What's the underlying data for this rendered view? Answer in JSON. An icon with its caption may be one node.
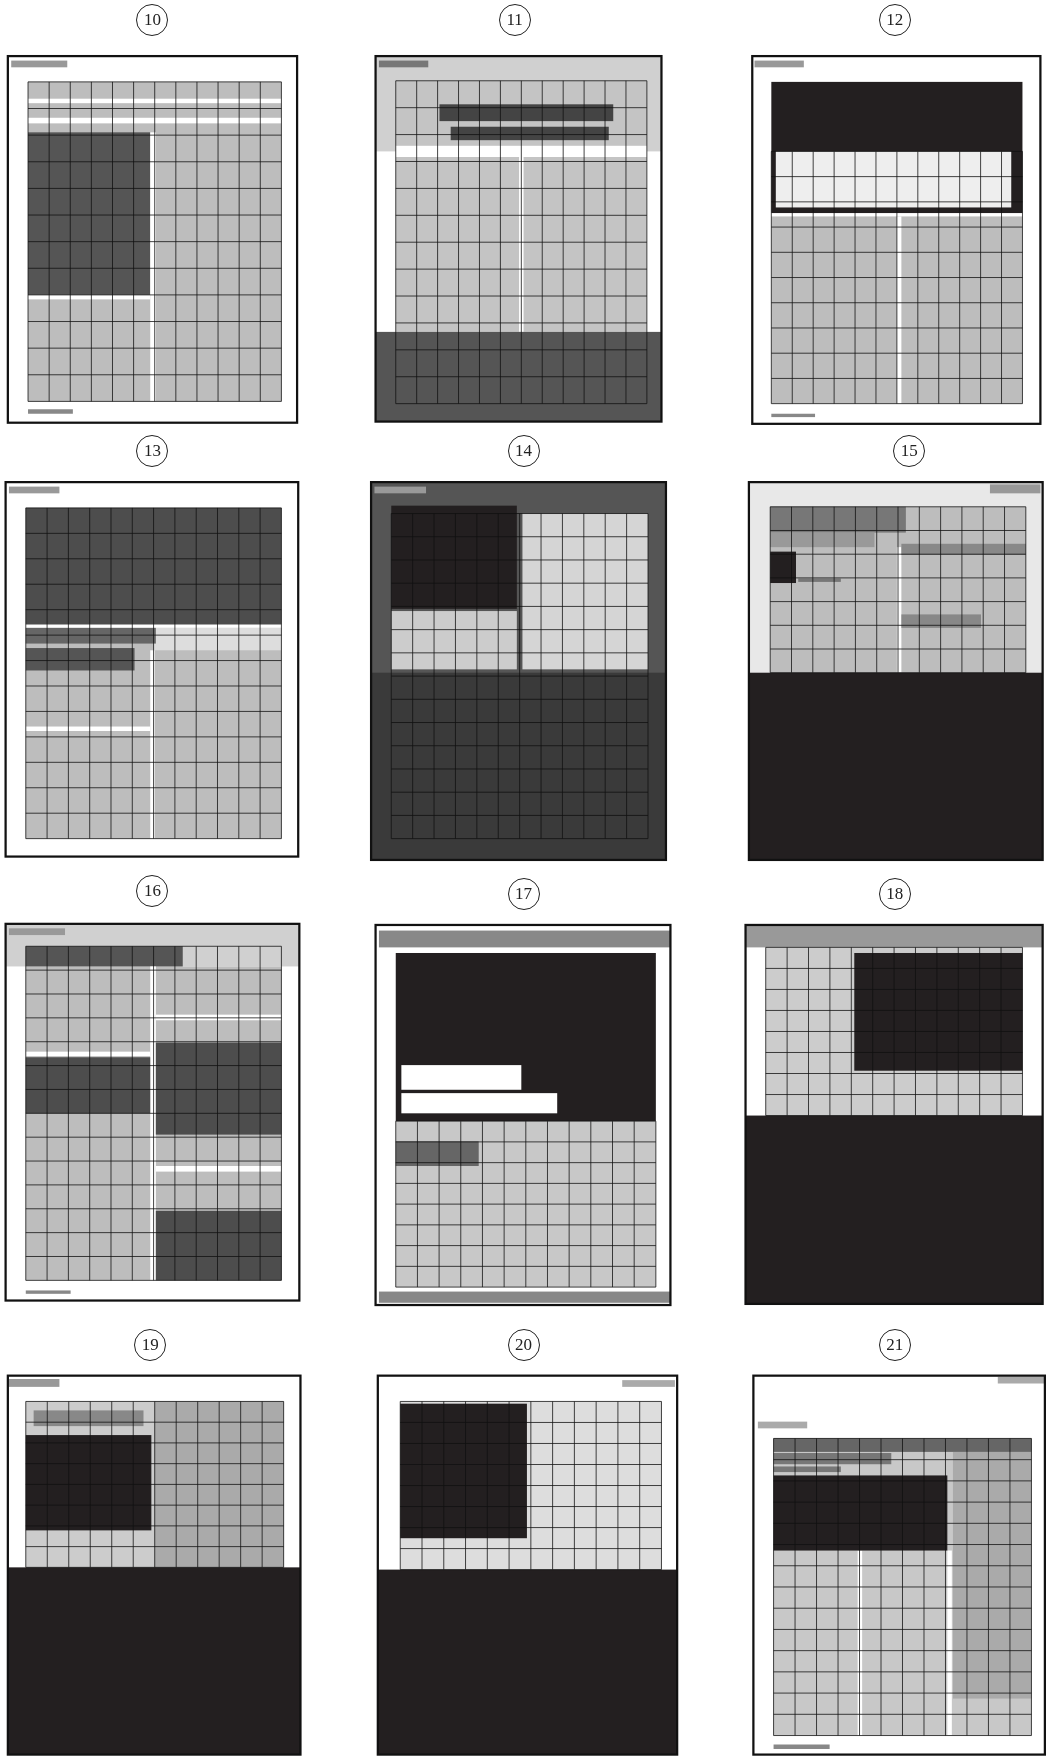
{
  "diagram": {
    "nodes": [
      {
        "text": [
          "10"
        ]
      },
      {
        "text": [
          "11"
        ]
      },
      {
        "text": [
          "12"
        ]
      },
      {
        "text": [
          "13"
        ]
      },
      {
        "text": [
          "14"
        ]
      },
      {
        "text": [
          "15"
        ]
      },
      {
        "text": [
          "16"
        ]
      },
      {
        "text": [
          "17"
        ]
      },
      {
        "text": [
          "18"
        ]
      },
      {
        "text": [
          "19"
        ]
      },
      {
        "text": [
          "20"
        ]
      },
      {
        "text": [
          "21"
        ]
      }
    ]
  }
}
